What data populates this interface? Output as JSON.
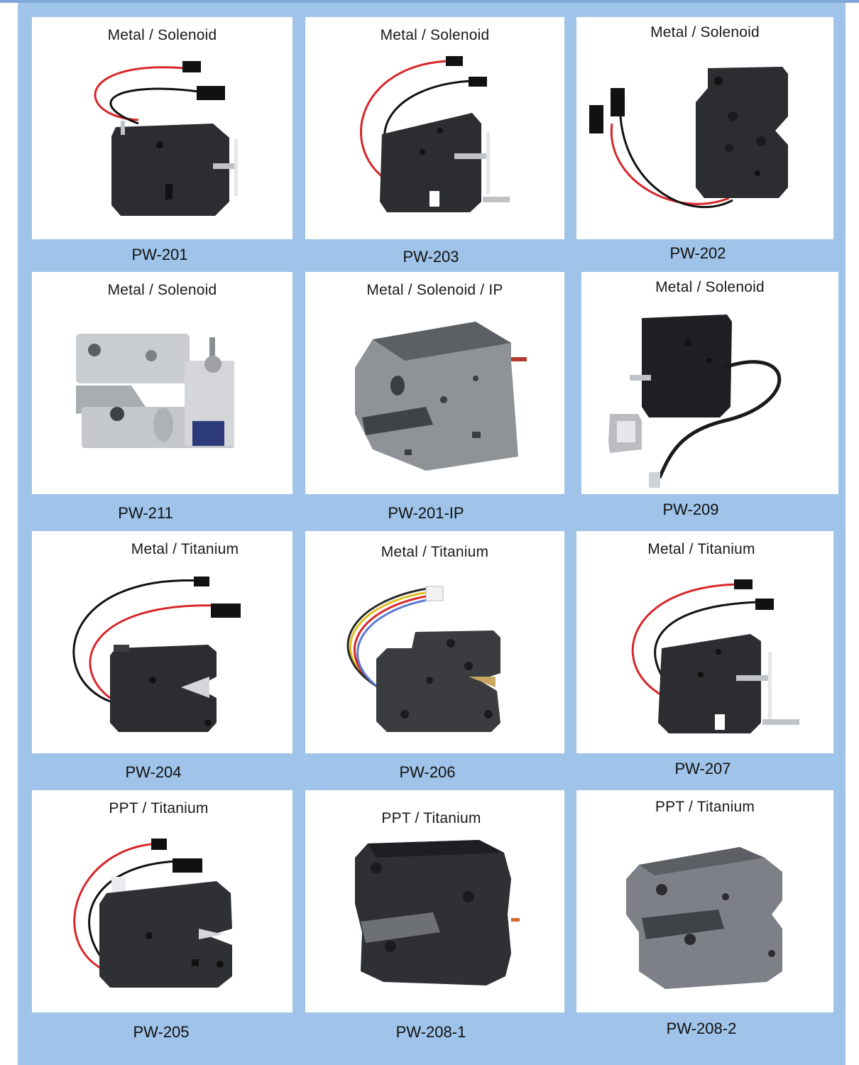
{
  "products": [
    {
      "material": "Metal / Solenoid",
      "model": "PW-201"
    },
    {
      "material": "Metal / Solenoid",
      "model": "PW-203"
    },
    {
      "material": "Metal / Solenoid",
      "model": "PW-202"
    },
    {
      "material": "Metal / Solenoid",
      "model": "PW-211"
    },
    {
      "material": "Metal / Solenoid / IP",
      "model": "PW-201-IP"
    },
    {
      "material": "Metal / Solenoid",
      "model": "PW-209"
    },
    {
      "material": "Metal / Titanium",
      "model": "PW-204"
    },
    {
      "material": "Metal / Titanium",
      "model": "PW-206"
    },
    {
      "material": "Metal / Titanium",
      "model": "PW-207"
    },
    {
      "material": "PPT / Titanium",
      "model": "PW-205"
    },
    {
      "material": "PPT / Titanium",
      "model": "PW-208-1"
    },
    {
      "material": "PPT / Titanium",
      "model": "PW-208-2"
    }
  ],
  "colors": {
    "background": "#9fc3e9",
    "card": "#ffffff",
    "black_lock": "#2b2d30",
    "metal_lock": "#c9ccd0",
    "grey_lock": "#7d8086",
    "wire_red": "#d8262a",
    "wire_black": "#111111"
  },
  "icons": [
    "black-solenoid-lock",
    "silver-metal-lock",
    "grey-ip-lock",
    "black-plastic-lock"
  ]
}
